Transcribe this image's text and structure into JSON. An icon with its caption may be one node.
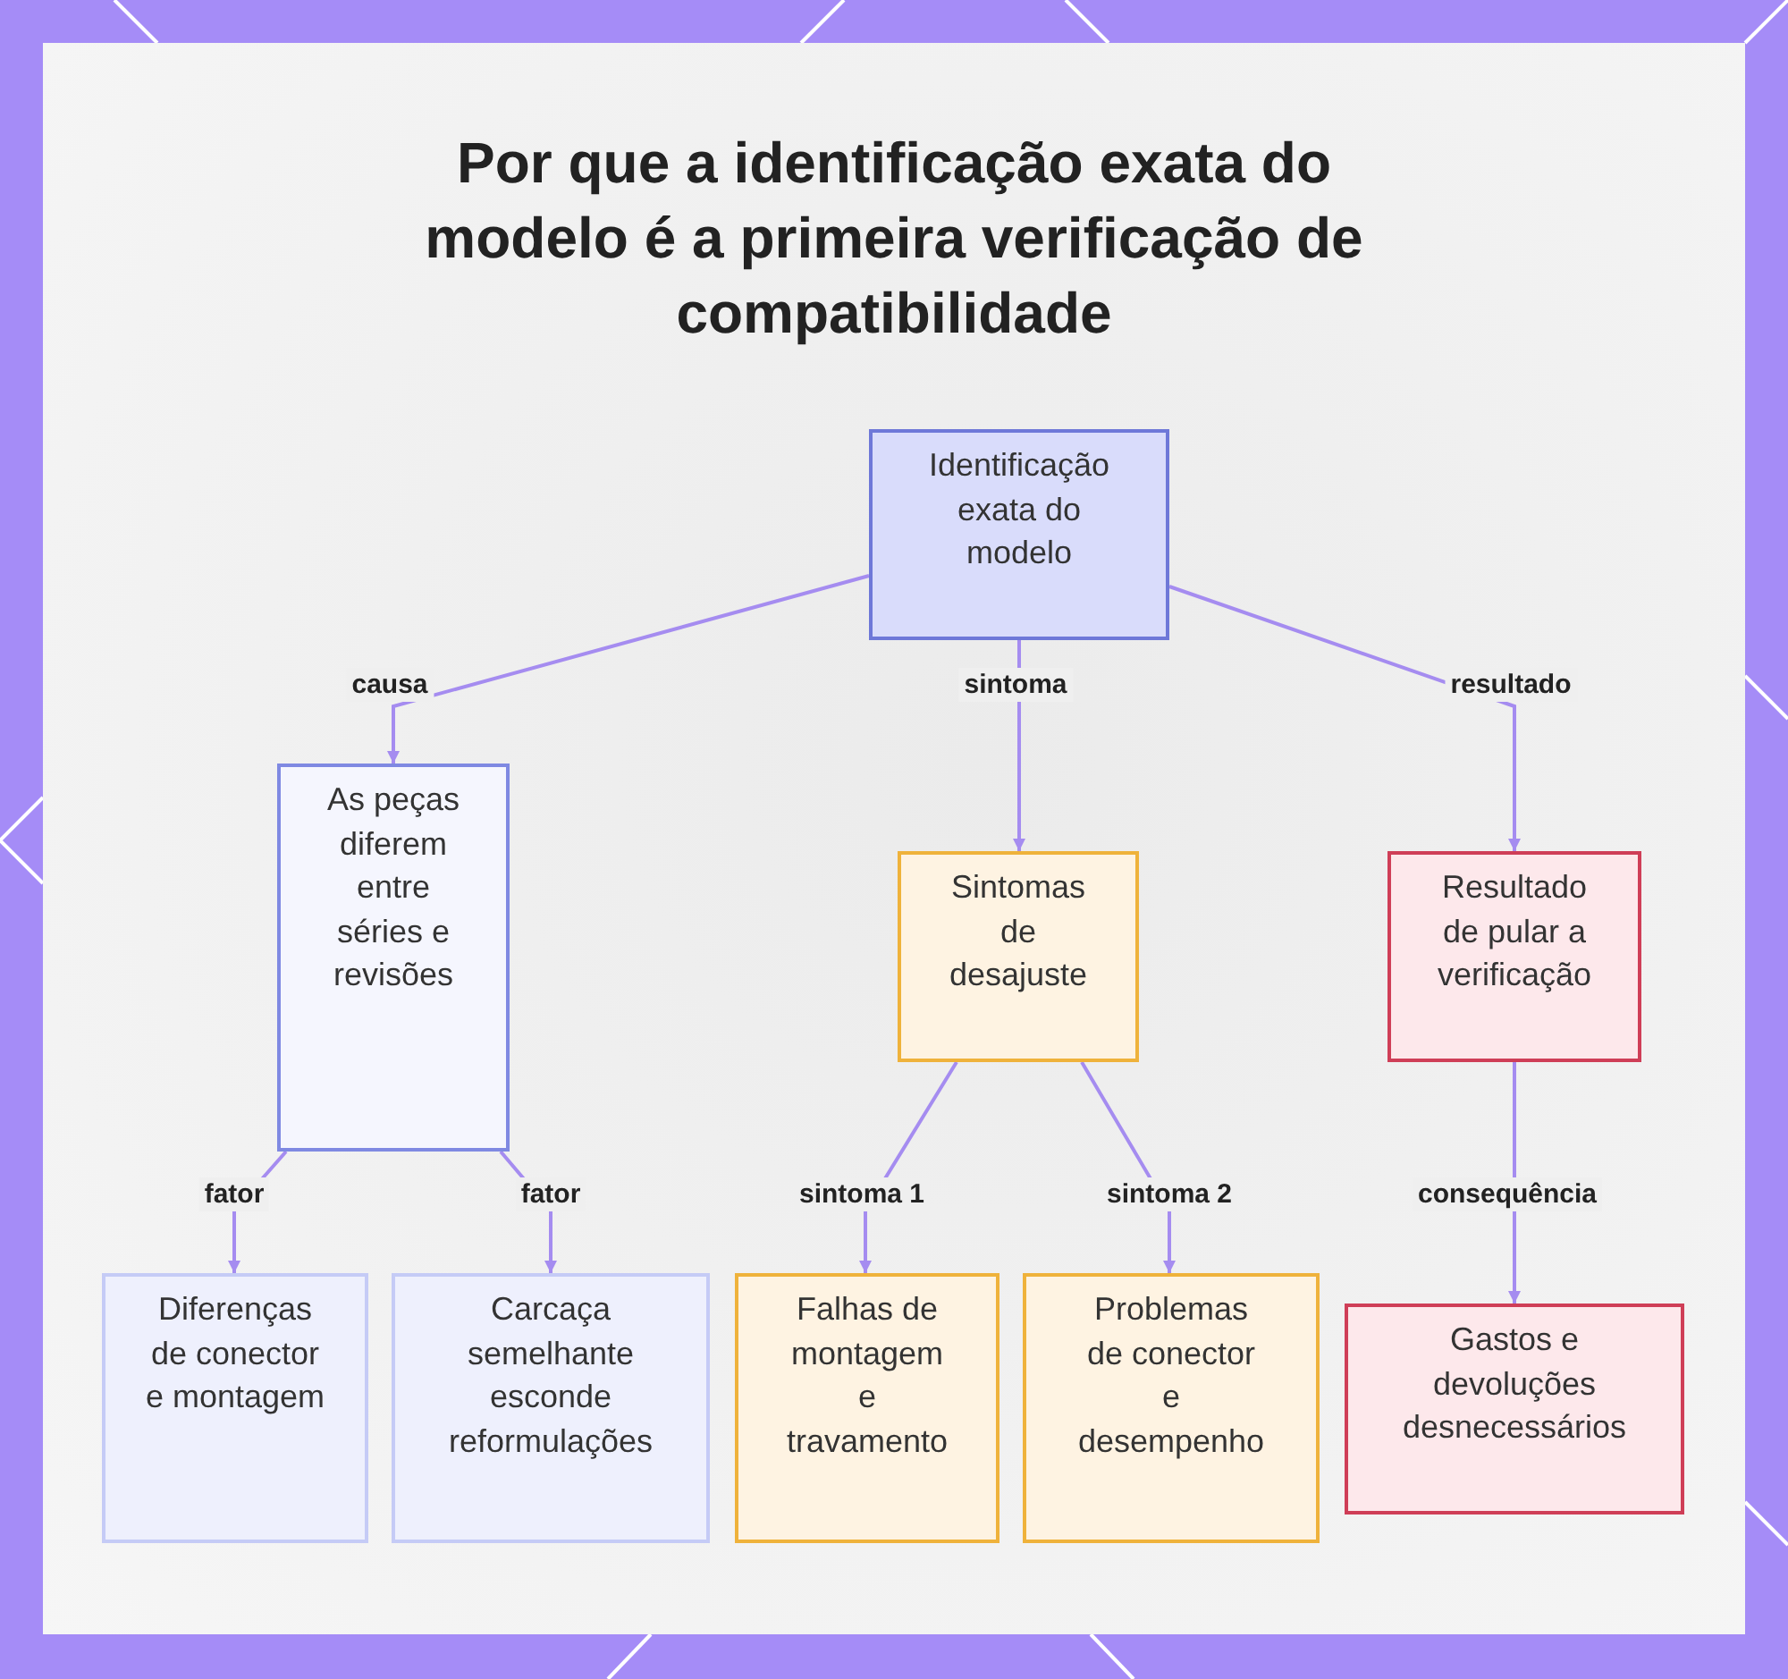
{
  "diagram": {
    "title": "Por que a identificação exata do modelo é a primeira verificação de compatibilidade",
    "nodes": [
      {
        "text": [
          "Identificação exata do modelo"
        ]
      },
      {
        "text": [
          "As peças diferem entre séries e revisões"
        ]
      },
      {
        "text": [
          "Sintomas de desajuste"
        ]
      },
      {
        "text": [
          "Resultado de pular a verificação"
        ]
      },
      {
        "text": [
          "Diferenças de conector e montagem"
        ]
      },
      {
        "text": [
          "Carcaça semelhante esconde reformulações"
        ]
      },
      {
        "text": [
          "Falhas de montagem e travamento"
        ]
      },
      {
        "text": [
          "Problemas de conector e desempenho"
        ]
      },
      {
        "text": [
          "Gastos e devoluções desnecessários"
        ]
      }
    ],
    "edges": [
      {
        "from": 0,
        "to": 1,
        "arrow": "to",
        "label": "causa"
      },
      {
        "from": 0,
        "to": 2,
        "arrow": "to",
        "label": "sintoma"
      },
      {
        "from": 0,
        "to": 3,
        "arrow": "to",
        "label": "resultado"
      },
      {
        "from": 1,
        "to": 4,
        "arrow": "to",
        "label": "fator"
      },
      {
        "from": 1,
        "to": 5,
        "arrow": "to",
        "label": "fator"
      },
      {
        "from": 2,
        "to": 6,
        "arrow": "to",
        "label": "sintoma 1"
      },
      {
        "from": 2,
        "to": 7,
        "arrow": "to",
        "label": "sintoma 2"
      },
      {
        "from": 3,
        "to": 8,
        "arrow": "to",
        "label": "consequência"
      }
    ]
  }
}
